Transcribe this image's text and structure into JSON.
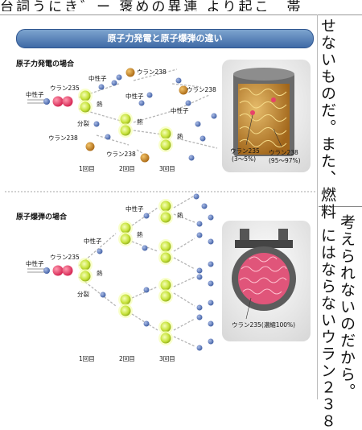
{
  "top_text": "台詞うにき゛ー 褒めの異連 より起こ　帯",
  "figure": {
    "banner": "原子力発電と原子爆弾の違い",
    "reactor": {
      "title": "原子力発電の場合",
      "labels": {
        "neutron_in": "中性子",
        "u235": "ウラン235",
        "neutron_top": "中性子",
        "u238_top": "ウラン238",
        "u238_top2": "ウラン238",
        "neutron_mid": "中性子",
        "heat1": "熱",
        "heat2": "熱",
        "heat3": "熱",
        "fission": "分裂",
        "u238_low": "ウラン238",
        "u238_low2": "ウラン238",
        "neutron_right": "中性子"
      },
      "gen_labels": [
        "1回目",
        "2回目",
        "3回目"
      ],
      "fuel_labels": [
        "ウラン235",
        "(3～5%)",
        "ウラン238",
        "(95～97%)"
      ]
    },
    "bomb": {
      "title": "原子爆弾の場合",
      "labels": {
        "neutron_in": "中性子",
        "u235": "ウラン235",
        "neutron_a": "中性子",
        "neutron_b": "中性子",
        "heat1": "熱",
        "heat2": "熱",
        "heat3": "熱",
        "fission": "分裂"
      },
      "gen_labels": [
        "1回目",
        "2回目",
        "3回目"
      ],
      "fuel_label": "ウラン235(濃縮100%)"
    }
  },
  "column_upper": [
    "せないものだ。また、燃料",
    "にはならないウラン２３８"
  ],
  "column_lower": [
    "考えられないのだから。"
  ],
  "colors": {
    "banner": "#4a74ad",
    "neutron": "#5b77b8",
    "u235": "#e8406a",
    "fragment": "#c9e63a",
    "u238": "#d08a1f",
    "fuel_gold": "#d8a630"
  }
}
